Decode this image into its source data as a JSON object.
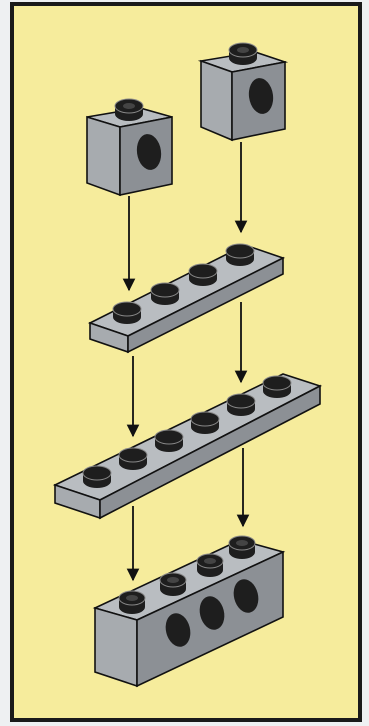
{
  "diagram": {
    "colors": {
      "panel": "#f6ec9c",
      "frame": "#1a1a1a",
      "outer": "#eef0f2",
      "brick_top": "#b9bdc1",
      "brick_left": "#a7abaf",
      "brick_right": "#8c9095",
      "stud_top": "#1e1e1e",
      "ink": "#111111"
    },
    "parts": [
      {
        "name": "technic-brick-1x1-left",
        "type": "technic brick 1x1 with pin hole"
      },
      {
        "name": "technic-brick-1x1-right",
        "type": "technic brick 1x1 with pin hole"
      },
      {
        "name": "plate-1x4",
        "type": "plate 1x4"
      },
      {
        "name": "plate-1x6",
        "type": "plate 1x6"
      },
      {
        "name": "technic-brick-1x4",
        "type": "technic brick 1x4 with 3 pin holes"
      }
    ],
    "steps": [
      {
        "from": "technic-brick-1x1-left",
        "to": "plate-1x4"
      },
      {
        "from": "technic-brick-1x1-right",
        "to": "plate-1x4"
      },
      {
        "from": "plate-1x4",
        "to": "plate-1x6"
      },
      {
        "from": "plate-1x6",
        "to": "technic-brick-1x4"
      }
    ]
  }
}
